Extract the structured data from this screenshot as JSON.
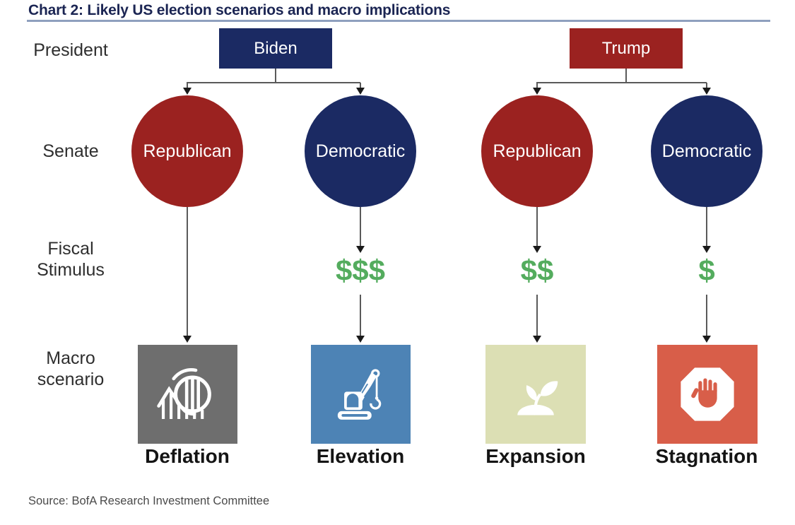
{
  "title": "Chart 2: Likely US election scenarios and macro implications",
  "source": "Source: BofA Research Investment Committee",
  "row_labels": {
    "president": "President",
    "senate": "Senate",
    "fiscal": "Fiscal\nStimulus",
    "macro": "Macro\nscenario"
  },
  "presidents": [
    {
      "label": "Biden",
      "party_color": "#1B2A63"
    },
    {
      "label": "Trump",
      "party_color": "#9B2220"
    }
  ],
  "columns": [
    {
      "president": "Biden",
      "senate": "Republican",
      "senate_color": "#9B2220",
      "fiscal_stimulus": "",
      "macro_scenario": "Deflation",
      "macro_color": "#6E6E6E",
      "icon": "roller-coaster-icon"
    },
    {
      "president": "Biden",
      "senate": "Democratic",
      "senate_color": "#1B2A63",
      "fiscal_stimulus": "$$$",
      "macro_scenario": "Elevation",
      "macro_color": "#4D83B5",
      "icon": "crane-icon"
    },
    {
      "president": "Trump",
      "senate": "Republican",
      "senate_color": "#9B2220",
      "fiscal_stimulus": "$$",
      "macro_scenario": "Expansion",
      "macro_color": "#DCDFB4",
      "icon": "seedling-icon"
    },
    {
      "president": "Trump",
      "senate": "Democratic",
      "senate_color": "#1B2A63",
      "fiscal_stimulus": "$",
      "macro_scenario": "Stagnation",
      "macro_color": "#D85E49",
      "icon": "stop-hand-icon"
    }
  ],
  "colors": {
    "republican_red": "#9B2220",
    "democratic_navy": "#1B2A63",
    "stimulus_green": "#54AC5E",
    "deflation_gray": "#6E6E6E",
    "elevation_blue": "#4D83B5",
    "expansion_olive": "#DCDFB4",
    "stagnation_red": "#D85E49",
    "title_navy": "#1B2553",
    "underline_blue": "#8FA0BE",
    "arrow_gray": "#5a5a5a"
  }
}
